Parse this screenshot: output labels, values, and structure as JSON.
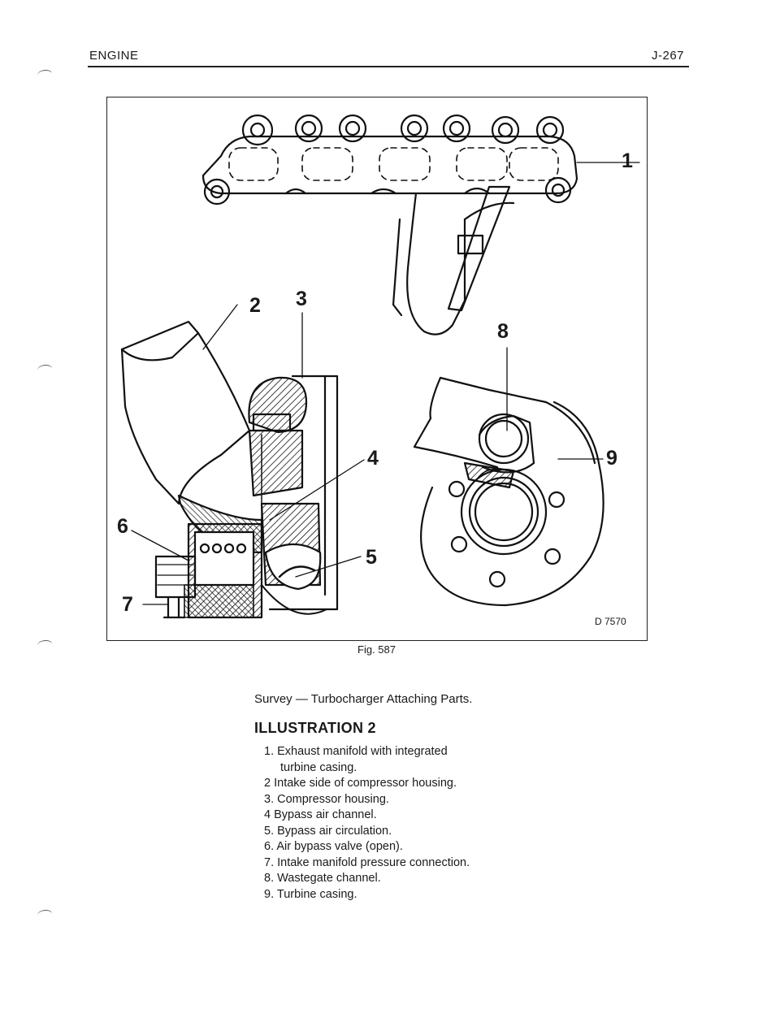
{
  "header": {
    "section": "ENGINE",
    "page_number": "J-267"
  },
  "figure": {
    "callouts": [
      "1",
      "2",
      "3",
      "4",
      "5",
      "6",
      "7",
      "8",
      "9"
    ],
    "code": "D 7570",
    "caption": "Fig. 587"
  },
  "text": {
    "survey": "Survey — Turbocharger Attaching Parts.",
    "heading": "ILLUSTRATION 2",
    "items": [
      {
        "num": "1.",
        "text": "Exhaust manifold with integrated",
        "cont": "turbine casing."
      },
      {
        "num": "2",
        "text": "Intake side of compressor housing."
      },
      {
        "num": "3.",
        "text": "Compressor housing."
      },
      {
        "num": "4",
        "text": "Bypass air channel."
      },
      {
        "num": "5.",
        "text": "Bypass air circulation."
      },
      {
        "num": "6.",
        "text": "Air bypass valve (open)."
      },
      {
        "num": "7.",
        "text": "Intake manifold pressure connection."
      },
      {
        "num": "8.",
        "text": "Wastegate channel."
      },
      {
        "num": "9.",
        "text": "Turbine casing."
      }
    ]
  }
}
